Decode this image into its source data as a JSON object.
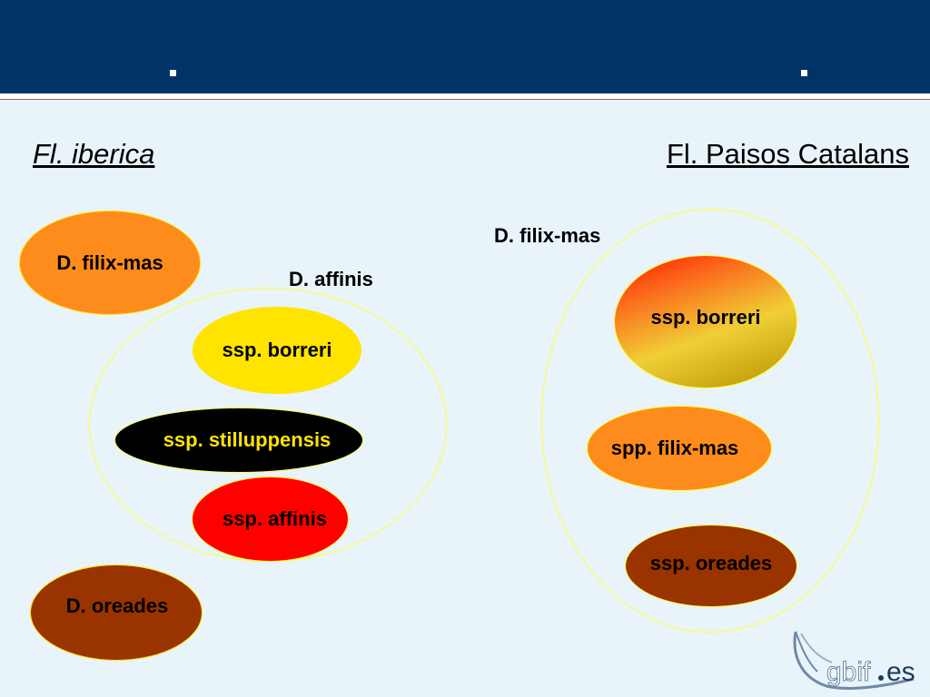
{
  "header": {
    "bg_color": "#003366",
    "rule_color": "#c0504d"
  },
  "left": {
    "title": "Fl. iberica",
    "top_species": "D. filix-mas",
    "group_label": "D. affinis",
    "subspecies": [
      "ssp. borreri",
      "ssp. stilluppensis",
      "ssp. affinis"
    ],
    "bottom_species": "D. oreades"
  },
  "right": {
    "title": "Fl. Paisos Catalans",
    "group_label": "D. filix-mas",
    "subspecies": [
      "ssp. borreri",
      "spp. filix-mas",
      "ssp. oreades"
    ]
  },
  "colors": {
    "orange": "#fe8c1c",
    "yellow": "#ffe400",
    "black": "#000000",
    "red": "#ff0000",
    "brown": "#993300",
    "ring": "#ffff33",
    "gradient_red": "#ff1a00",
    "gradient_yellow": "#f0cf36",
    "gradient_olive": "#b69200"
  },
  "logo": {
    "text_main": "gbif",
    "text_suffix": "es"
  }
}
